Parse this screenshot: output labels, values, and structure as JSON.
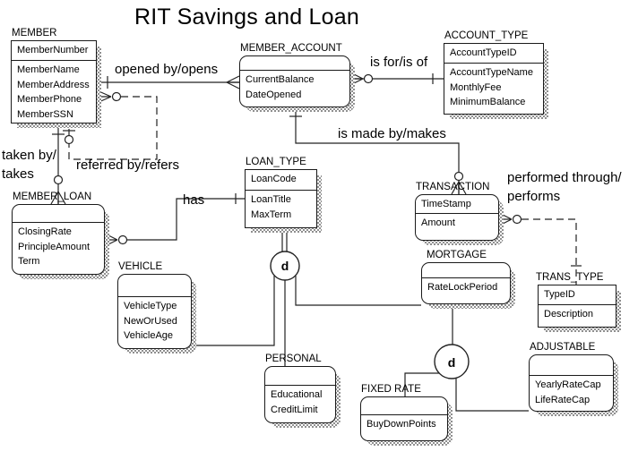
{
  "title": "RIT Savings and Loan",
  "colors": {
    "background": "#ffffff",
    "line": "#222222",
    "text": "#000000",
    "shadow": "#8f8f8f",
    "box_fill": "#ffffff"
  },
  "entities": {
    "member": {
      "name": "MEMBER",
      "pk": "MemberNumber",
      "attrs": [
        "MemberName",
        "MemberAddress",
        "MemberPhone",
        "MemberSSN"
      ]
    },
    "member_account": {
      "name": "MEMBER_ACCOUNT",
      "pk": "",
      "attrs": [
        "CurrentBalance",
        "DateOpened"
      ]
    },
    "account_type": {
      "name": "ACCOUNT_TYPE",
      "pk": "AccountTypeID",
      "attrs": [
        "AccountTypeName",
        "MonthlyFee",
        "MinimumBalance"
      ]
    },
    "loan_type": {
      "name": "LOAN_TYPE",
      "pk": "LoanCode",
      "attrs": [
        "LoanTitle",
        "MaxTerm"
      ]
    },
    "transaction": {
      "name": "TRANSACTION",
      "pk": "TimeStamp",
      "attrs": [
        "Amount"
      ]
    },
    "member_loan": {
      "name": "MEMBER_LOAN",
      "pk": "",
      "attrs": [
        "ClosingRate",
        "PrincipleAmount",
        "Term"
      ]
    },
    "vehicle": {
      "name": "VEHICLE",
      "pk": "",
      "attrs": [
        "VehicleType",
        "NewOrUsed",
        "VehicleAge"
      ]
    },
    "mortgage": {
      "name": "MORTGAGE",
      "pk": "",
      "attrs": [
        "RateLockPeriod"
      ]
    },
    "trans_type": {
      "name": "TRANS_TYPE",
      "pk": "TypeID",
      "attrs": [
        "Description"
      ]
    },
    "personal": {
      "name": "PERSONAL",
      "pk": "",
      "attrs": [
        "Educational",
        "CreditLimit"
      ]
    },
    "fixed_rate": {
      "name": "FIXED RATE",
      "pk": "",
      "attrs": [
        "BuyDownPoints"
      ]
    },
    "adjustable": {
      "name": "ADJUSTABLE",
      "pk": "",
      "attrs": [
        "YearlyRateCap",
        "LifeRateCap"
      ]
    }
  },
  "relationships": {
    "opened_by": "opened by/opens",
    "is_for": "is for/is of",
    "is_made_by": "is made by/makes",
    "taken_by_line1": "taken by/",
    "taken_by_line2": "takes",
    "referred_by": "referred by/refers",
    "has": "has",
    "performed_line1": "performed through/",
    "performed_line2": "performs"
  },
  "subtypes": {
    "loan_subtype_symbol": "d",
    "mortgage_subtype_symbol": "d"
  }
}
